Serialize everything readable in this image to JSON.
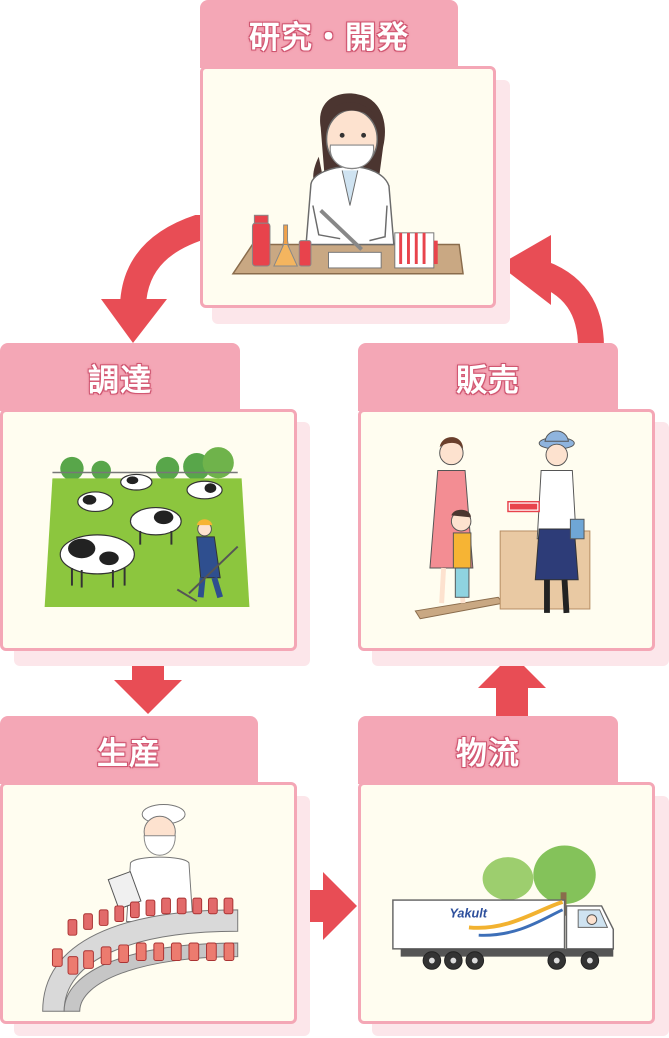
{
  "stages": {
    "research": {
      "label": "研究・開発"
    },
    "procurement": {
      "label": "調達"
    },
    "sales": {
      "label": "販売"
    },
    "production": {
      "label": "生産"
    },
    "logistics": {
      "label": "物流"
    }
  },
  "truck": {
    "brand_text": "Yakult"
  },
  "colors": {
    "tab": "#f4a7b6",
    "panel_border": "#f4a7b6",
    "panel_fill": "#fffdf0",
    "arrow": "#e84d55"
  }
}
